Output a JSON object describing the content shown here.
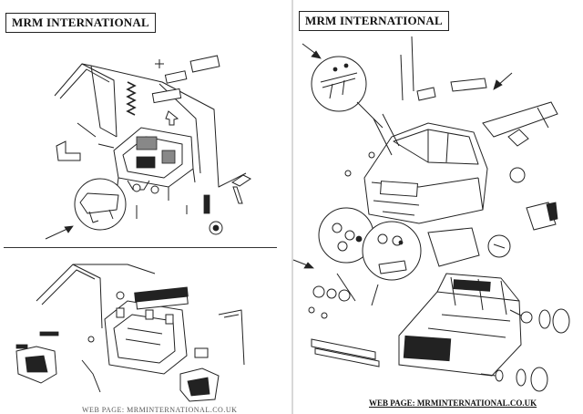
{
  "left_page": {
    "title": "MRM INTERNATIONAL",
    "footer_text": "WEB PAGE: MRMINTERNATIONAL.CO.UK"
  },
  "right_page": {
    "title": "MRM INTERNATIONAL",
    "footer_text": "WEB PAGE: MRMINTERNATIONAL.CO.UK"
  },
  "icons": [
    "arrow-icon",
    "magnifier-circle-icon",
    "wheel-icon"
  ]
}
